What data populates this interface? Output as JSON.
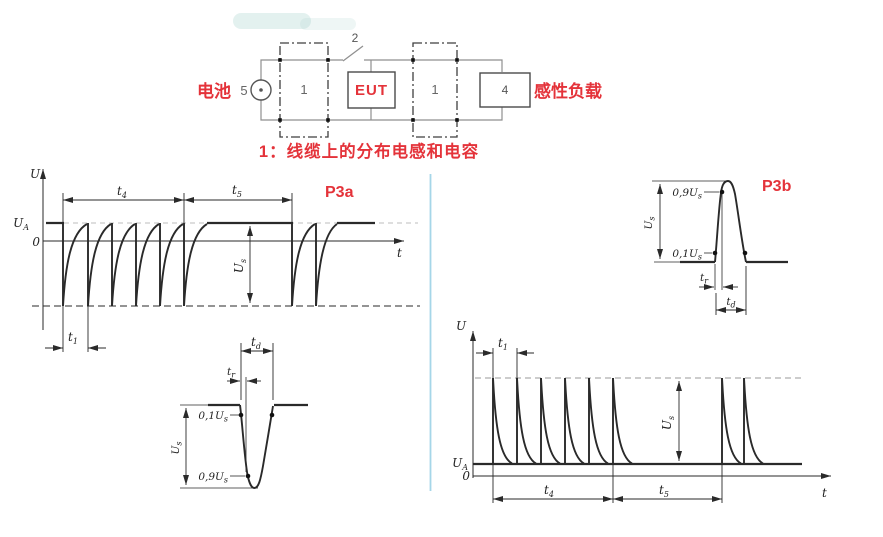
{
  "colors": {
    "red": "#e4333a",
    "ink": "#2a2a2a",
    "wire": "#8f8f8f",
    "divider": "#a5d6e8"
  },
  "circuit": {
    "battery_label": "电池",
    "battery_ref": "5",
    "left_line_box": "1",
    "switch_ref": "2",
    "eut": "EUT",
    "right_line_box": "1",
    "load_ref": "4",
    "load_label": "感性负载",
    "caption": "1：线缆上的分布电感和电容"
  },
  "p3a": {
    "title": "P3a",
    "y_label": "U",
    "x_label": "t",
    "zero": "0",
    "ua": {
      "base": "U",
      "sub": "A"
    },
    "us": {
      "base": "U",
      "sub": "s"
    },
    "t1": {
      "base": "t",
      "sub": "1"
    },
    "t4": {
      "base": "t",
      "sub": "4"
    },
    "t5": {
      "base": "t",
      "sub": "5"
    }
  },
  "p3a_detail": {
    "td": {
      "base": "t",
      "sub": "d"
    },
    "tr": {
      "base": "t",
      "sub": "r"
    },
    "p01": {
      "base": "0,1U",
      "sub": "s"
    },
    "p09": {
      "base": "0,9U",
      "sub": "s"
    },
    "us": {
      "base": "U",
      "sub": "s"
    }
  },
  "p3b_detail": {
    "title": "P3b",
    "td": {
      "base": "t",
      "sub": "d"
    },
    "tr": {
      "base": "t",
      "sub": "r"
    },
    "p01": {
      "base": "0,1U",
      "sub": "s"
    },
    "p09": {
      "base": "0,9U",
      "sub": "s"
    },
    "us": {
      "base": "U",
      "sub": "s"
    }
  },
  "p3b": {
    "y_label": "U",
    "x_label": "t",
    "zero": "0",
    "ua": {
      "base": "U",
      "sub": "A"
    },
    "us": {
      "base": "U",
      "sub": "s"
    },
    "t1": {
      "base": "t",
      "sub": "1"
    },
    "t4": {
      "base": "t",
      "sub": "4"
    },
    "t5": {
      "base": "t",
      "sub": "5"
    }
  },
  "waveforms": {
    "p3a_first_burst_pulses": 6,
    "p3a_second_burst_pulses": 2,
    "p3b_first_burst_pulses": 6,
    "p3b_second_burst_pulses": 2
  }
}
